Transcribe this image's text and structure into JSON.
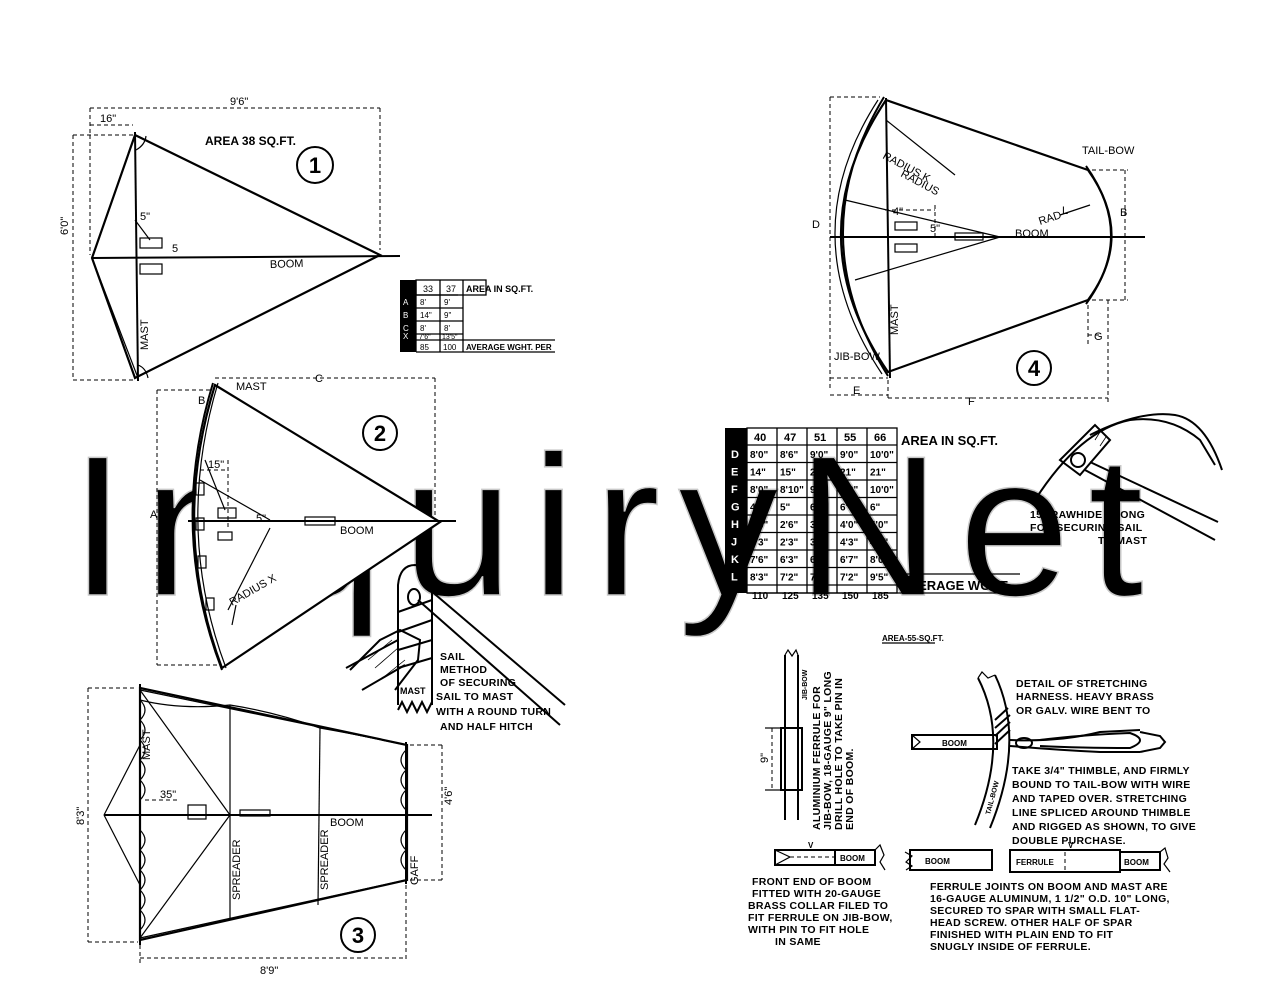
{
  "figures": {
    "f1": {
      "number": "1",
      "area": "AREA 38 SQ.FT.",
      "width": "9'6\"",
      "offset": "16\"",
      "height": "6'0\"",
      "boom": "BOOM",
      "mast": "MAST",
      "mark": "5\"",
      "mark2": "5"
    },
    "f2": {
      "number": "2",
      "mast": "MAST",
      "c": "C",
      "a": "A",
      "b": "B",
      "offset": "15\"",
      "boom": "BOOM",
      "radius": "RADIUS X",
      "mark": "5\""
    },
    "f3": {
      "number": "3",
      "height": "8'3\"",
      "width": "8'9\"",
      "gaff_len": "4'6\"",
      "mast": "MAST",
      "boom": "BOOM",
      "spreader": "SPREADER",
      "gaff": "GAFF",
      "offset": "35\""
    },
    "f4": {
      "number": "4",
      "tailbow": "TAIL-BOW",
      "radius_k": "RADIUS K",
      "radius": "RADIUS",
      "rad": "RAD",
      "rad_l": "L",
      "d": "D",
      "b": "B",
      "g": "G",
      "e": "E",
      "f": "F",
      "boom": "BOOM",
      "mast": "MAST",
      "jibbow": "JIB-BOW",
      "mark": "4\"",
      "mark2": "5\""
    }
  },
  "small_table": {
    "header": [
      "",
      "33",
      "37",
      "AREA IN SQ.FT."
    ],
    "rows": [
      [
        "A",
        "8'",
        "9'"
      ],
      [
        "B",
        "14\"",
        "9\""
      ],
      [
        "C",
        "8'",
        "8'"
      ],
      [
        "X",
        "7'6\"",
        "13'5\""
      ]
    ],
    "weights": [
      "85",
      "100"
    ],
    "weight_label": "AVERAGE WGHT. PER"
  },
  "big_table": {
    "header": [
      "",
      "40",
      "47",
      "51",
      "55",
      "66"
    ],
    "header_label": "AREA IN SQ.FT.",
    "rows": [
      [
        "D",
        "8'0\"",
        "8'6\"",
        "9'0\"",
        "9'0\"",
        "10'0\""
      ],
      [
        "E",
        "14\"",
        "15\"",
        "21\"",
        "21\"",
        "21\""
      ],
      [
        "F",
        "8'0\"",
        "8'10\"",
        "9'0\"",
        "9'0\"",
        "10'0\""
      ],
      [
        "G",
        "4\"",
        "5\"",
        "6\"",
        "6\"",
        "6\""
      ],
      [
        "H",
        "2'6\"",
        "2'6\"",
        "3'0\"",
        "4'0\"",
        "4'0\""
      ],
      [
        "J",
        "2'3\"",
        "2'3\"",
        "3'0\"",
        "4'3\"",
        "4'7\""
      ],
      [
        "K",
        "7'6\"",
        "6'3\"",
        "6'7\"",
        "6'7\"",
        "8'0\""
      ],
      [
        "L",
        "8'3\"",
        "7'2\"",
        "7'2\"",
        "7'2\"",
        "9'5\""
      ]
    ],
    "weights": [
      "110",
      "125",
      "135",
      "150",
      "185"
    ],
    "weight_label": "AVERAGE WGHT."
  },
  "thong": {
    "lines": [
      "15\" RAWHIDE THONG",
      "FOR SECURING SAIL",
      "TO MAST"
    ]
  },
  "sail_detail": {
    "mast": "MAST",
    "lines": [
      "SAIL",
      "METHOD",
      "OF SECURING",
      "SAIL TO MAST",
      "WITH A ROUND TURN",
      "AND HALF HITCH"
    ]
  },
  "area55": "AREA-55-SQ.FT.",
  "ferrule_detail": {
    "jibbow": "JIB-BOW",
    "dim": "9\"",
    "lines": [
      "ALUMINIUM FERRULE FOR",
      "JIB-BOW, 18-GAUGE 9\" LONG",
      "DRILL HOLE TO TAKE PIN IN",
      "END OF BOOM."
    ]
  },
  "front_end": {
    "boom": "BOOM",
    "lines": [
      "FRONT END OF BOOM",
      "FITTED WITH 20-GAUGE",
      "BRASS COLLAR FILED TO",
      "FIT FERRULE ON JIB-BOW,",
      "WITH PIN TO FIT HOLE",
      "IN SAME"
    ]
  },
  "harness": {
    "boom": "BOOM",
    "tailbow": "TAIL-BOW",
    "lines": [
      "DETAIL OF STRETCHING",
      "HARNESS. HEAVY BRASS",
      "OR GALV. WIRE BENT TO"
    ],
    "lines2": [
      "TAKE 3/4\" THIMBLE, AND FIRMLY",
      "BOUND TO TAIL-BOW WITH WIRE",
      "AND TAPED OVER. STRETCHING",
      "LINE SPLICED AROUND THIMBLE",
      "AND RIGGED AS SHOWN, TO GIVE",
      "DOUBLE PURCHASE."
    ]
  },
  "ferrule_joint": {
    "boom": "BOOM",
    "ferrule": "FERRULE",
    "boom2": "BOOM",
    "lines": [
      "FERRULE JOINTS ON BOOM AND MAST ARE",
      "16-GAUGE ALUMINUM, 1 1/2\" O.D. 10\" LONG,",
      "SECURED TO SPAR WITH SMALL FLAT-",
      "HEAD SCREW. OTHER HALF OF SPAR",
      "FINISHED WITH PLAIN END TO FIT",
      "SNUGLY INSIDE OF FERRULE."
    ]
  },
  "watermark": "InquiryNet"
}
